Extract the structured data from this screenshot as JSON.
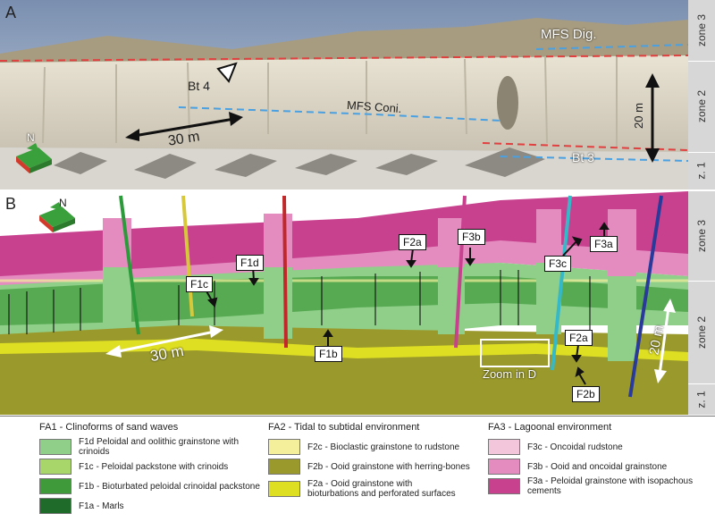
{
  "panelA": {
    "letter": "A",
    "labels": {
      "mfs_dig": "MFS Dig.",
      "mfs_coni": "MFS Coni.",
      "bt4": "Bt 4",
      "bt3": "Bt 3",
      "scale_h": "30 m",
      "scale_v": "20 m",
      "north": "N"
    },
    "zones": [
      "zone 3",
      "zone 2",
      "z. 1"
    ]
  },
  "panelB": {
    "letter": "B",
    "labels": {
      "north": "N",
      "scale_h": "30 m",
      "scale_v": "20 m",
      "zoom": "Zoom in D",
      "f1d": "F1d",
      "f1c": "F1c",
      "f1b": "F1b",
      "f2a_top": "F2a",
      "f3b": "F3b",
      "f3c": "F3c",
      "f3a": "F3a",
      "f2a_right": "F2a",
      "f2b": "F2b"
    },
    "zones": [
      "zone 3",
      "zone 2",
      "z. 1"
    ]
  },
  "legend": {
    "fa1": {
      "title": "FA1 - Clinoforms of sand waves",
      "items": [
        {
          "label": "F1d Peloidal and oolithic  grainstone with crinoids",
          "color": "#8fcf8a"
        },
        {
          "label": "F1c - Peloidal packstone with crinoids",
          "color": "#a9d66b"
        },
        {
          "label": "F1b - Bioturbated peloidal crinoidal packstone",
          "color": "#3f9a3a"
        },
        {
          "label": "F1a - Marls",
          "color": "#1f6b2a"
        }
      ]
    },
    "fa2": {
      "title": "FA2 - Tidal to subtidal environment",
      "items": [
        {
          "label": "F2c - Bioclastic grainstone to rudstone",
          "color": "#f3ef9a"
        },
        {
          "label": "F2b - Ooid grainstone with herring-bones",
          "color": "#9a9a2c"
        },
        {
          "label": "F2a - Ooid grainstone with bioturbations and perforated surfaces",
          "color": "#dede22"
        }
      ]
    },
    "fa3": {
      "title": "FA3 - Lagoonal environment",
      "items": [
        {
          "label": "F3c - Oncoidal rudstone",
          "color": "#f4c6dc"
        },
        {
          "label": "F3b - Ooid and oncoidal grainstone",
          "color": "#e48cc0"
        },
        {
          "label": "F3a - Peloidal grainstone with isopachous cements",
          "color": "#c8418f"
        }
      ]
    }
  }
}
